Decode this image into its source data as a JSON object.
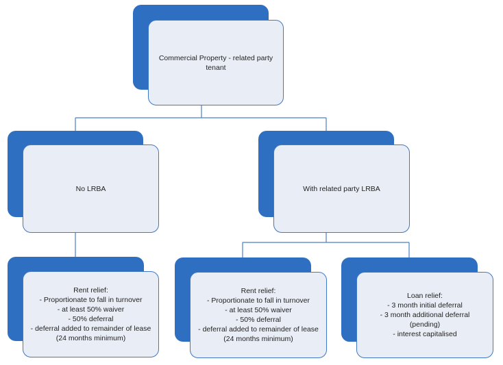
{
  "diagram": {
    "root": {
      "lines": [
        "Commercial Property - related party tenant"
      ]
    },
    "no_lrba": {
      "lines": [
        "No LRBA"
      ]
    },
    "with_lrba": {
      "lines": [
        "With related party LRBA"
      ]
    },
    "rent_relief_left": {
      "lines": [
        "Rent relief:",
        "- Proportionate to fall in turnover",
        "- at least 50% waiver",
        "- 50% deferral",
        "- deferral added to remainder of lease (24 months minimum)"
      ]
    },
    "rent_relief_right": {
      "lines": [
        "Rent relief:",
        "- Proportionate to fall in turnover",
        "- at least 50% waiver",
        "- 50% deferral",
        "- deferral added to remainder of lease (24 months minimum)"
      ]
    },
    "loan_relief": {
      "lines": [
        "Loan relief:",
        "- 3 month initial deferral",
        "- 3 month additional deferral (pending)",
        "- interest capitalised"
      ]
    }
  },
  "colors": {
    "accent": "#2f6fc1",
    "card_fill": "#e9eef6",
    "card_border": "#3f78c4",
    "text": "#1f1f1f"
  }
}
